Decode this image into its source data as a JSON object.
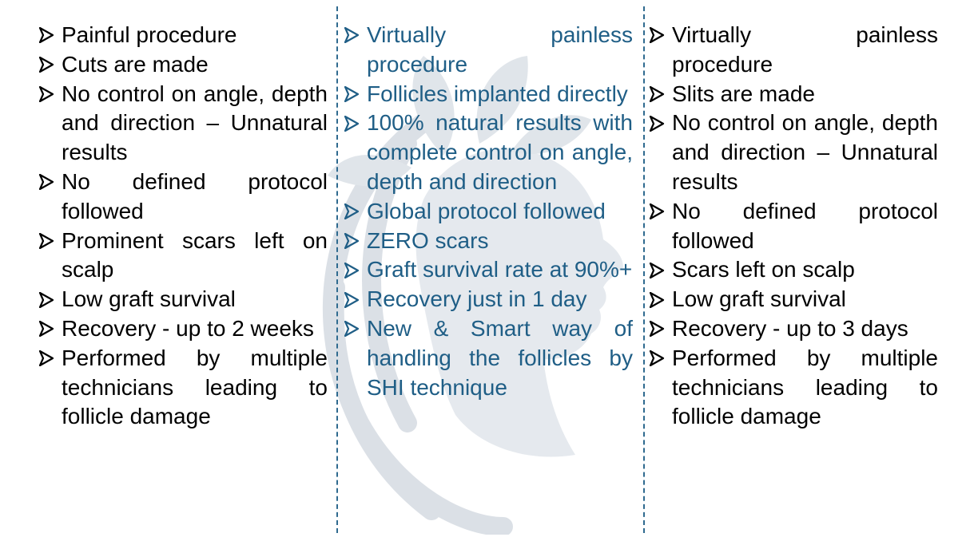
{
  "colors": {
    "left_text": "#000000",
    "middle_text": "#1f5e86",
    "right_text": "#000000",
    "divider": "#2f6a8f",
    "watermark": "#9aa7b8"
  },
  "icons": {
    "bullet": "arrow-bullet-icon",
    "watermark": "woman-profile-leaf-logo"
  },
  "columns": {
    "left": {
      "items": [
        "Painful procedure",
        "Cuts are made",
        "No control on angle, depth and direction – Unnatural results",
        "No defined protocol followed",
        "Prominent scars left on scalp",
        "Low graft survival",
        "Recovery - up to 2 weeks",
        "Performed by multiple technicians leading to follicle damage"
      ]
    },
    "middle": {
      "items": [
        "Virtually painless procedure",
        "Follicles implanted directly",
        "100% natural results with complete control on angle, depth and direction",
        "Global protocol followed",
        "ZERO scars",
        "Graft survival rate at 90%+",
        "Recovery just in 1 day",
        "New & Smart way of handling the follicles by SHI technique"
      ]
    },
    "right": {
      "items": [
        "Virtually painless procedure",
        "Slits are made",
        "No control on angle, depth and direction – Unnatural results",
        "No defined protocol followed",
        "Scars left on scalp",
        "Low graft survival",
        "Recovery - up to 3 days",
        "Performed by multiple technicians leading to follicle damage"
      ]
    }
  }
}
